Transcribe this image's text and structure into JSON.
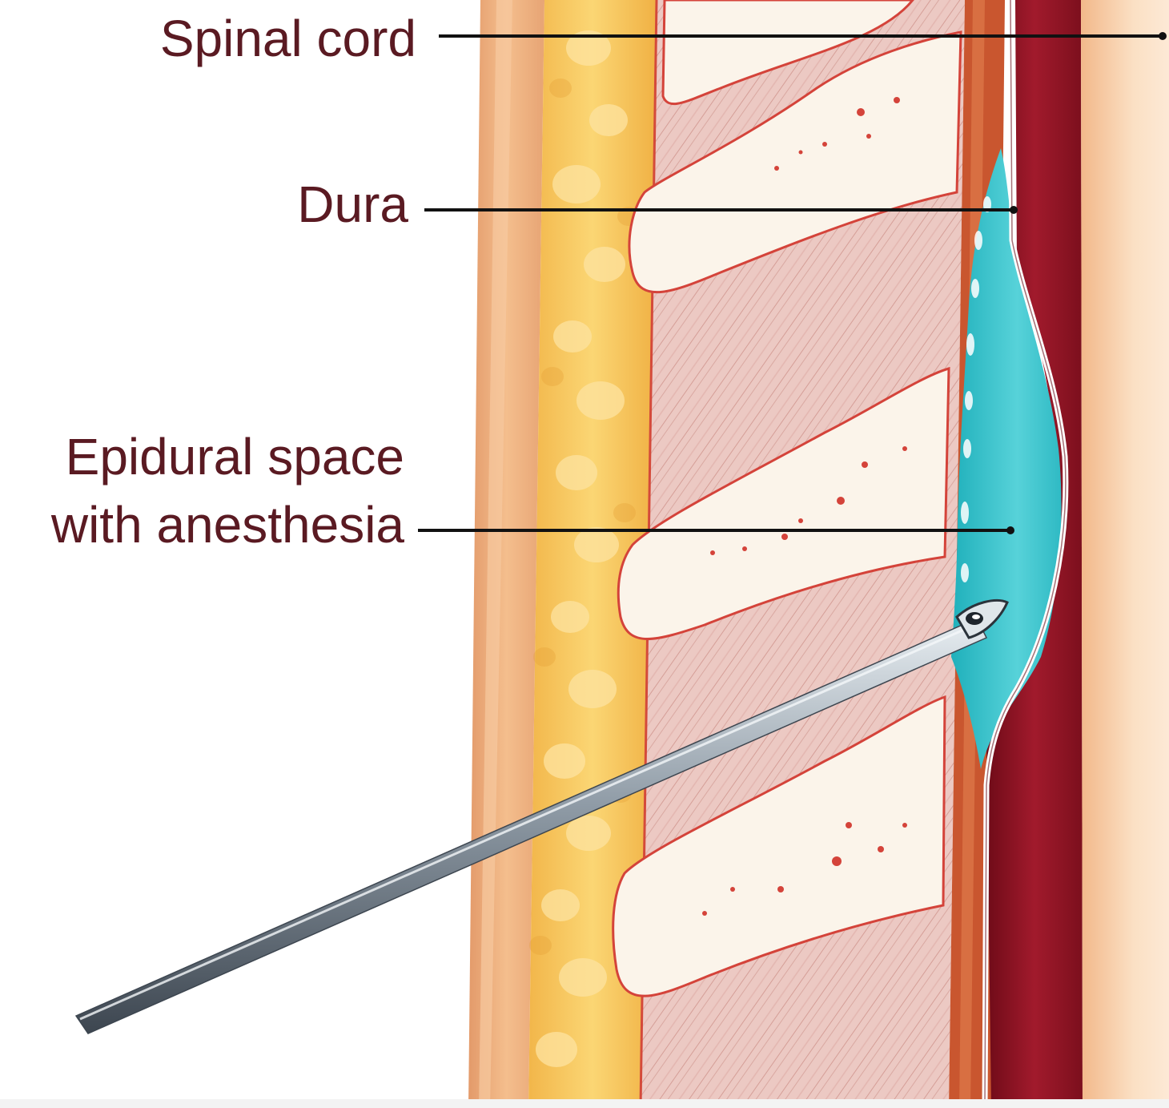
{
  "labels": {
    "spinal_cord": "Spinal cord",
    "dura": "Dura",
    "epidural_line1": "Epidural space",
    "epidural_line2": "with anesthesia"
  },
  "colors": {
    "label_text": "#5a1a22",
    "skin": "#f0b27a",
    "fat": "#f5c451",
    "muscle": "#e9c2bd",
    "bone": "#fbf4ea",
    "ligament": "#c9562f",
    "spinal_cord": "#8e1424",
    "anesthetic": "#3cc6cf",
    "needle": "#9aa6b0"
  },
  "icons": {
    "needle": "needle-icon"
  }
}
